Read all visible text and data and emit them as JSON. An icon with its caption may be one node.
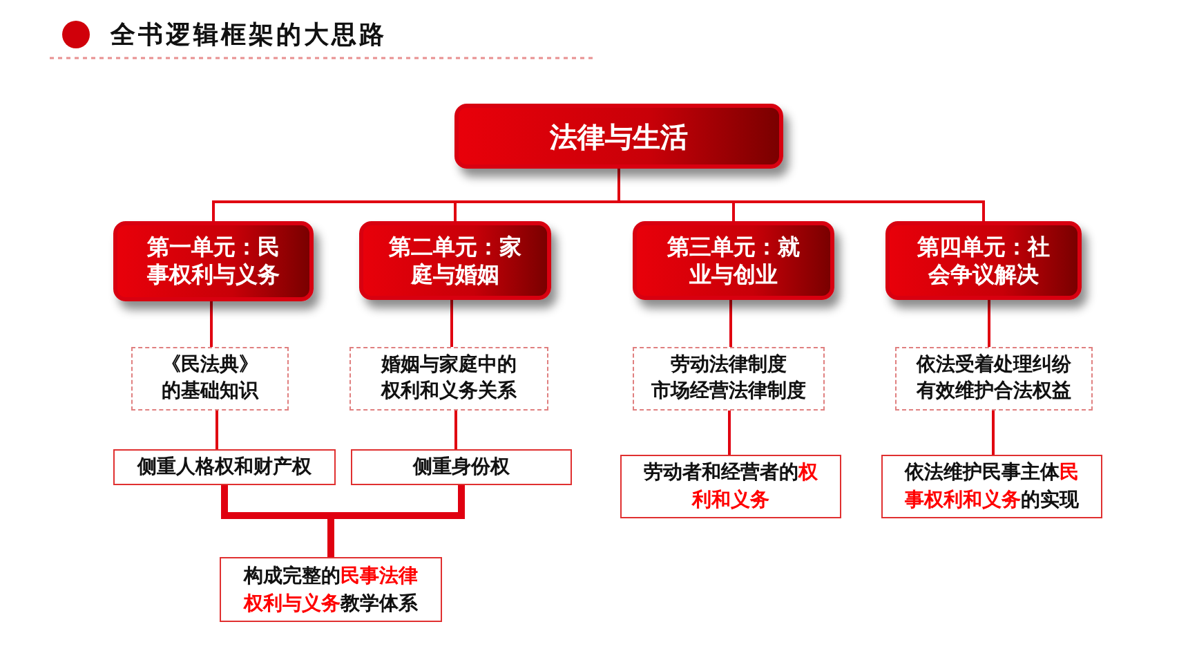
{
  "diagram": {
    "title": "全书逻辑框架的大思路",
    "nodes": [
      {
        "text": [
          "法律与生活"
        ]
      },
      {
        "text": [
          "第一单元：民事权利与义务"
        ]
      },
      {
        "text": [
          "第二单元：家庭与婚姻"
        ]
      },
      {
        "text": [
          "第三单元：就业与创业"
        ]
      },
      {
        "text": [
          "第四单元：社会争议解决"
        ]
      },
      {
        "text": [
          "《民法典》的基础知识"
        ]
      },
      {
        "text": [
          "婚姻与家庭中的权利和义务关系"
        ]
      },
      {
        "text": [
          "劳动法律制度",
          "市场经营法律制度"
        ]
      },
      {
        "text": [
          "依法受着处理纠纷",
          "有效维护合法权益"
        ]
      },
      {
        "text": [
          "侧重人格权和财产权"
        ]
      },
      {
        "text": [
          "侧重身份权"
        ]
      },
      {
        "text": [
          "劳动者和经营者的**权利和义务**"
        ]
      },
      {
        "text": [
          "依法维护民事主体**民事权利和义务**的实现"
        ]
      },
      {
        "text": [
          "构成完整的**民事法律权利与义务**教学体系"
        ]
      }
    ],
    "edges": [
      {
        "from": 0,
        "to": 1,
        "arrow": "none"
      },
      {
        "from": 0,
        "to": 2,
        "arrow": "none"
      },
      {
        "from": 0,
        "to": 3,
        "arrow": "none"
      },
      {
        "from": 0,
        "to": 4,
        "arrow": "none"
      },
      {
        "from": 1,
        "to": 5,
        "arrow": "none"
      },
      {
        "from": 2,
        "to": 6,
        "arrow": "none"
      },
      {
        "from": 3,
        "to": 7,
        "arrow": "none"
      },
      {
        "from": 4,
        "to": 8,
        "arrow": "none"
      },
      {
        "from": 5,
        "to": 9,
        "arrow": "none"
      },
      {
        "from": 6,
        "to": 10,
        "arrow": "none"
      },
      {
        "from": 7,
        "to": 11,
        "arrow": "none"
      },
      {
        "from": 8,
        "to": 12,
        "arrow": "none"
      },
      {
        "from": 9,
        "to": 13,
        "arrow": "none",
        "style": "thick"
      },
      {
        "from": 10,
        "to": 13,
        "arrow": "none",
        "style": "thick"
      }
    ]
  }
}
